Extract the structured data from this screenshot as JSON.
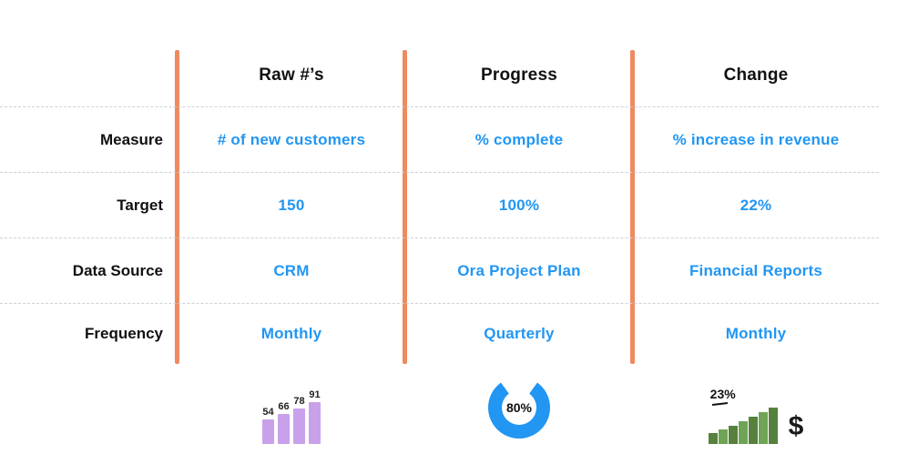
{
  "row_labels": {
    "measure": "Measure",
    "target": "Target",
    "data_source": "Data Source",
    "frequency": "Frequency"
  },
  "columns": [
    {
      "header": "Raw #’s",
      "measure": "# of new customers",
      "target": "150",
      "data_source": "CRM",
      "frequency": "Monthly"
    },
    {
      "header": "Progress",
      "measure": "% complete",
      "target": "100%",
      "data_source": "Ora Project Plan",
      "frequency": "Quarterly"
    },
    {
      "header": "Change",
      "measure": "% increase in revenue",
      "target": "22%",
      "data_source": "Financial Reports",
      "frequency": "Monthly"
    }
  ],
  "chart_data": [
    {
      "type": "bar",
      "name": "raw-numbers-mini-bar-chart",
      "categories": [
        "1",
        "2",
        "3",
        "4"
      ],
      "values": [
        54,
        66,
        78,
        91
      ],
      "labels": [
        "54",
        "66",
        "78",
        "91"
      ],
      "color": "#c9a1ea",
      "title": "",
      "xlabel": "",
      "ylabel": ""
    },
    {
      "type": "pie",
      "name": "progress-donut-chart",
      "value": 80,
      "label": "80%",
      "color": "#2196f3",
      "title": ""
    },
    {
      "type": "bar",
      "name": "change-growth-chart",
      "label": "23%",
      "values": [
        12,
        16,
        20,
        25,
        30,
        35,
        40
      ],
      "colors": [
        "#55813d",
        "#6fa355"
      ],
      "annotation": "$",
      "title": "",
      "xlabel": "",
      "ylabel": ""
    }
  ],
  "colors": {
    "accent_blue": "#2196f3",
    "divider_orange": "#ee8a5e",
    "dashed_line": "#cfcfdc",
    "text_black": "#111111",
    "purple_bar": "#c9a1ea",
    "green_dark": "#55813d",
    "green_light": "#6fa355"
  }
}
